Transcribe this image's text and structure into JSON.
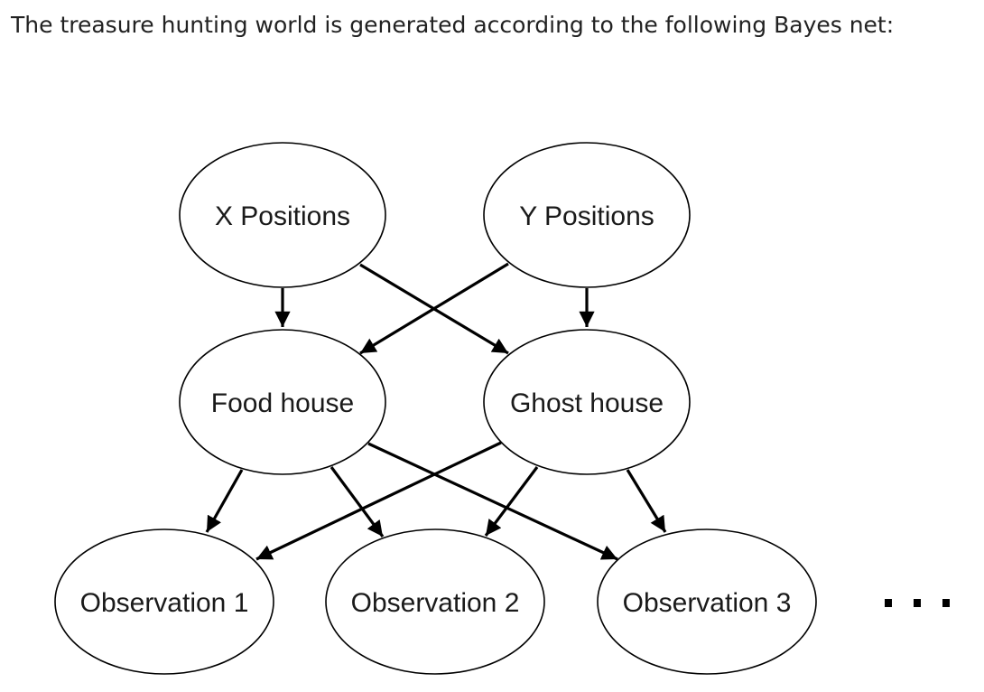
{
  "intro_text": "The treasure hunting world is generated according to the following Bayes net:",
  "diagram": {
    "nodes": {
      "x_positions": "X Positions",
      "y_positions": "Y Positions",
      "food_house": "Food house",
      "ghost_house": "Ghost house",
      "observation_1": "Observation 1",
      "observation_2": "Observation 2",
      "observation_3": "Observation 3"
    },
    "edges": [
      [
        "X Positions",
        "Food house"
      ],
      [
        "X Positions",
        "Ghost house"
      ],
      [
        "Y Positions",
        "Food house"
      ],
      [
        "Y Positions",
        "Ghost house"
      ],
      [
        "Food house",
        "Observation 1"
      ],
      [
        "Food house",
        "Observation 2"
      ],
      [
        "Food house",
        "Observation 3"
      ],
      [
        "Ghost house",
        "Observation 1"
      ],
      [
        "Ghost house",
        "Observation 2"
      ],
      [
        "Ghost house",
        "Observation 3"
      ]
    ],
    "continuation_marker": "more-observations-ellipsis"
  }
}
